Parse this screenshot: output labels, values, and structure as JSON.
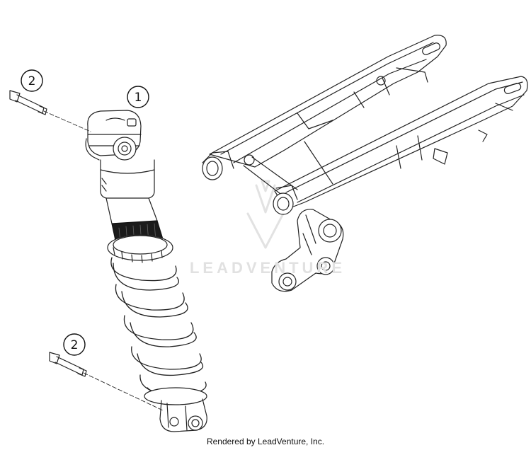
{
  "diagram": {
    "callouts": [
      {
        "id": "shock-absorber",
        "label": "1"
      },
      {
        "id": "upper-bolt",
        "label": "2"
      },
      {
        "id": "lower-bolt",
        "label": "2"
      }
    ],
    "watermark": "LEADVENTURE",
    "credit": "Rendered by LeadVenture, Inc."
  }
}
